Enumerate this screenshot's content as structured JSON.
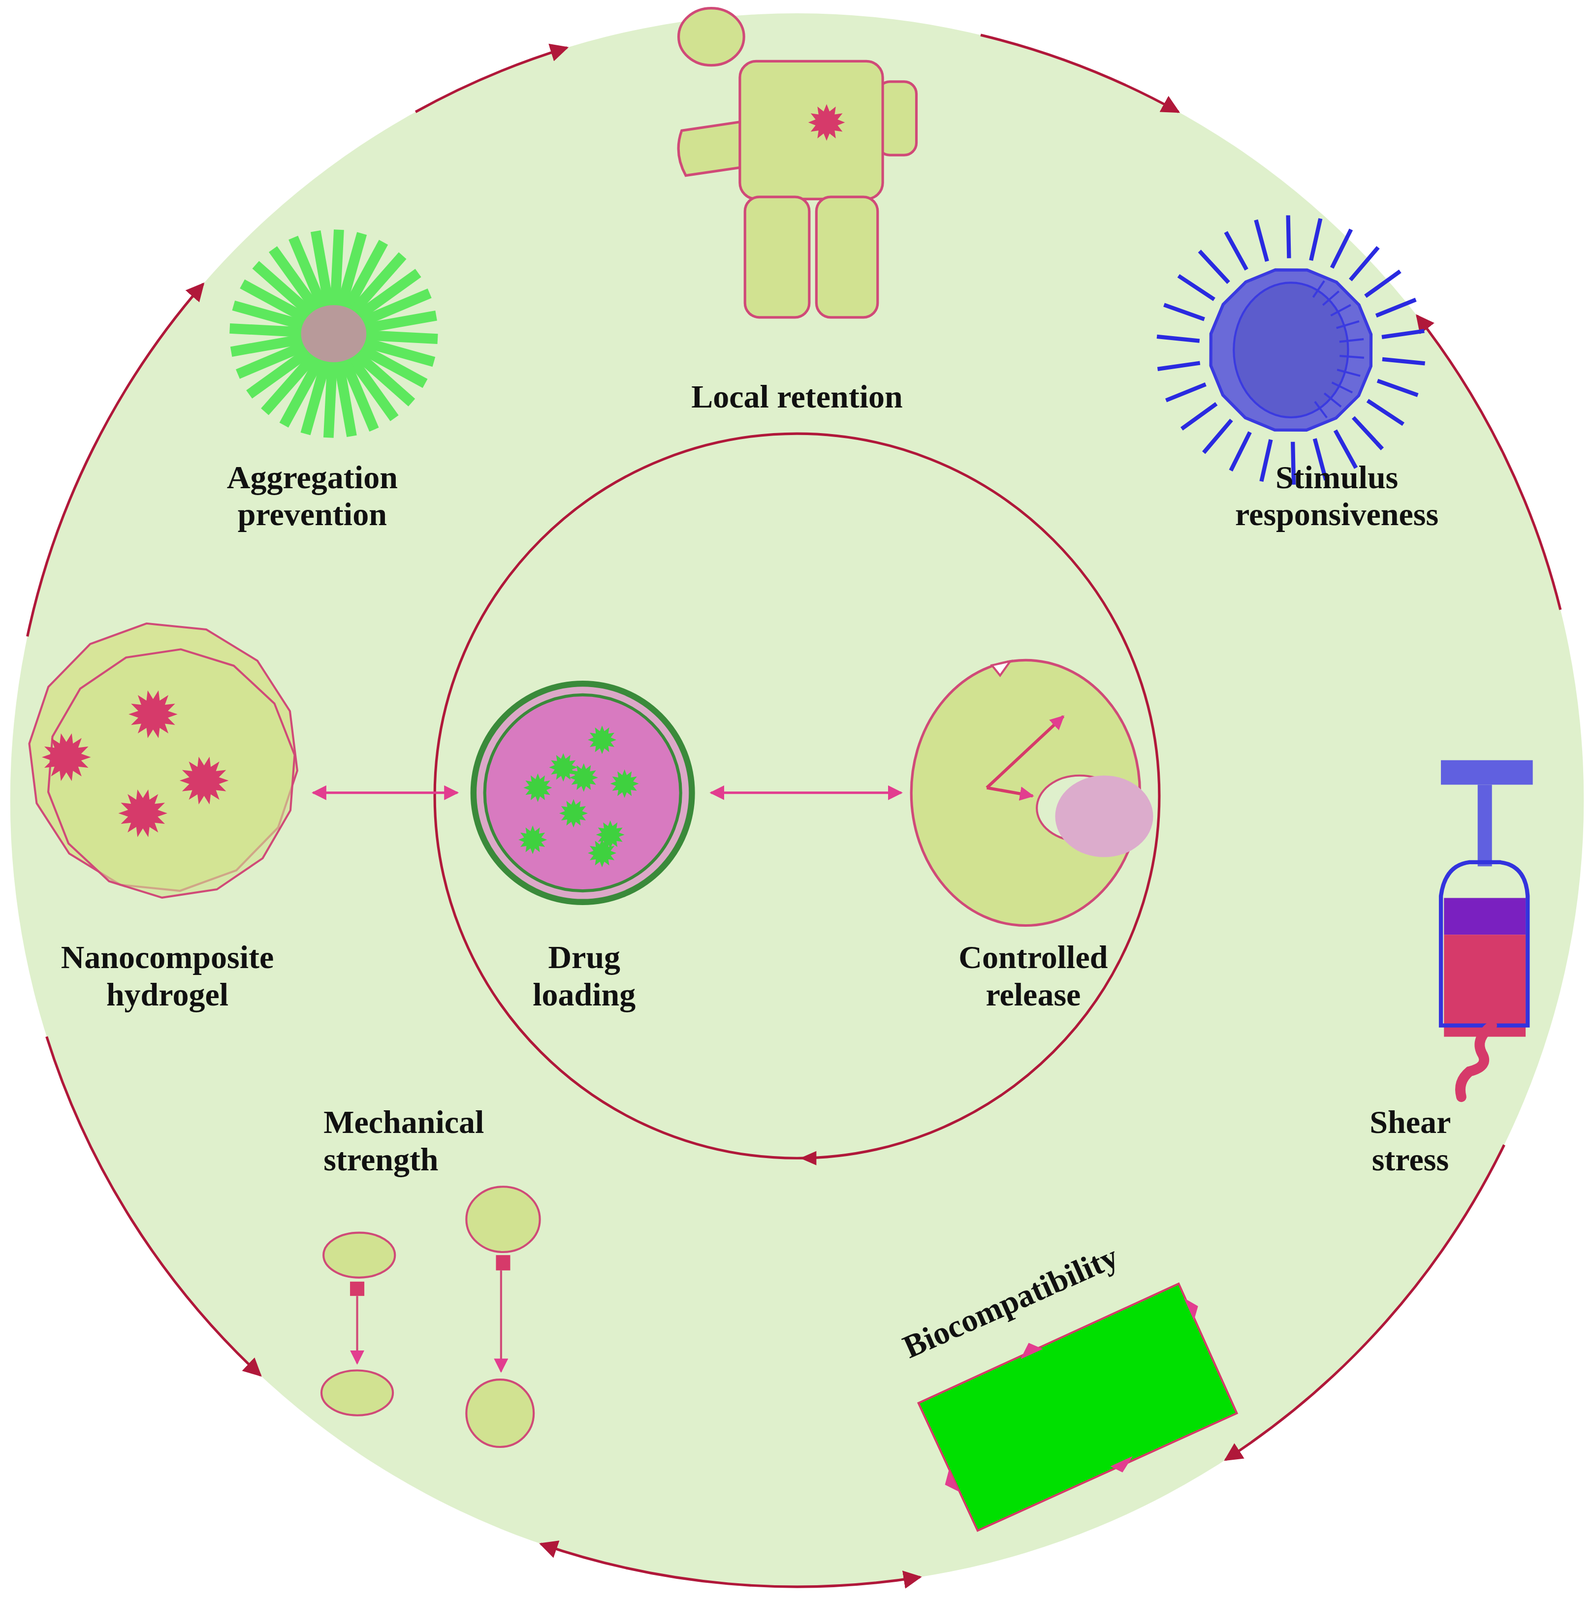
{
  "diagram": {
    "nodes": [
      {
        "text": [
          "Local retention"
        ]
      },
      {
        "text": [
          "Aggregation prevention"
        ]
      },
      {
        "text": [
          "Stimulus responsiveness"
        ]
      },
      {
        "text": [
          "Nanocomposite hydrogel"
        ]
      },
      {
        "text": [
          "Drug loading"
        ]
      },
      {
        "text": [
          "Controlled release"
        ]
      },
      {
        "text": [
          "Mechanical strength"
        ]
      },
      {
        "text": [
          "Shear stress"
        ]
      },
      {
        "text": [
          "Biocompatibility"
        ]
      }
    ],
    "edges": [
      {
        "from": 3,
        "to": 4,
        "arrow": "both"
      },
      {
        "from": 4,
        "to": 5,
        "arrow": "both"
      }
    ]
  }
}
